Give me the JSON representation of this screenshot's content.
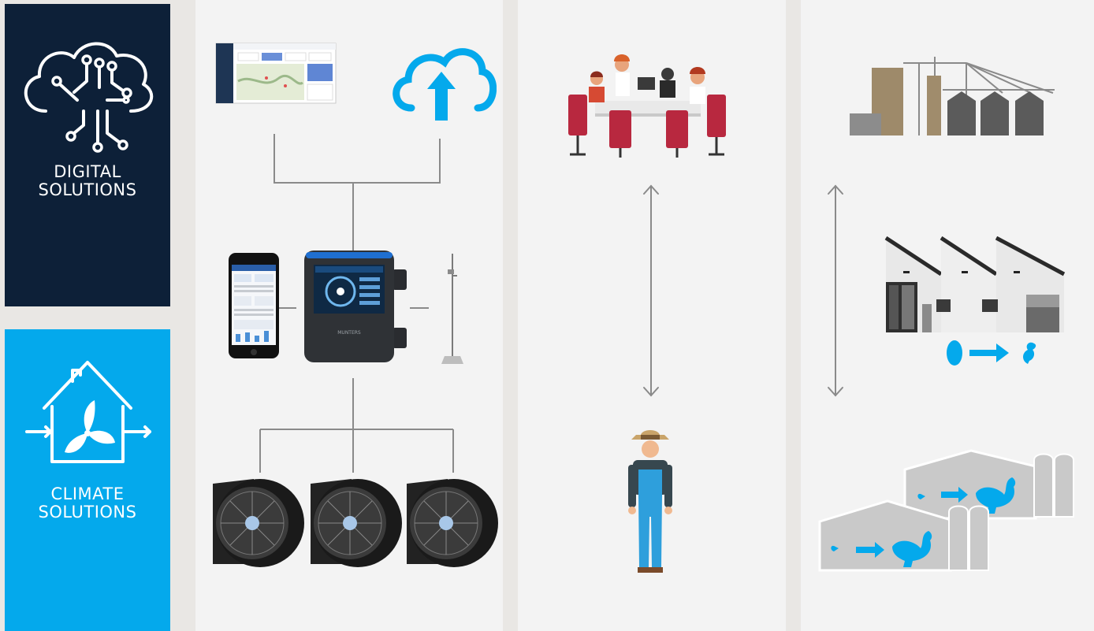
{
  "tiles": {
    "digital": {
      "label_line1": "DIGITAL",
      "label_line2": "SOLUTIONS",
      "icon": "brain-circuit-cloud-icon",
      "color": "#0d2038"
    },
    "climate": {
      "label_line1": "CLIMATE",
      "label_line2": "SOLUTIONS",
      "icon": "house-fan-icon",
      "color": "#04a9ec"
    }
  },
  "colors": {
    "accent_blue": "#04a9ec",
    "navy": "#0d2038",
    "connector_gray": "#8a8a8a",
    "panel_bg": "#f3f3f3"
  },
  "device": {
    "brand": "MUNTERS"
  }
}
